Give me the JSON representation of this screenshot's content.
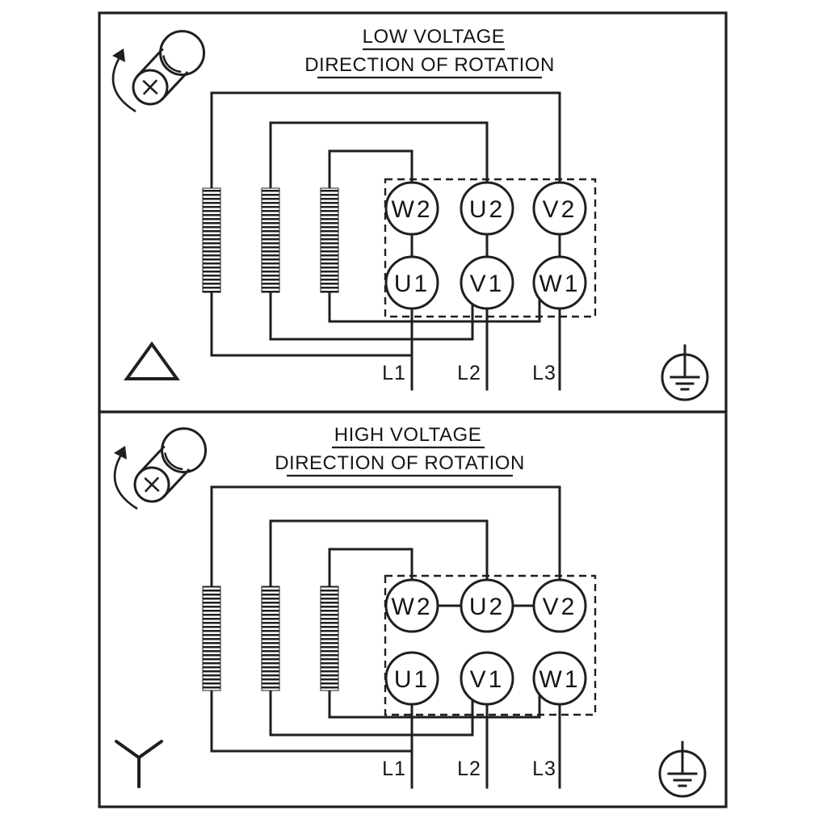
{
  "panels": [
    {
      "title": "LOW VOLTAGE",
      "subtitle": "DIRECTION OF ROTATION",
      "connection_symbol": "delta",
      "terminals_top": [
        "W2",
        "U2",
        "V2"
      ],
      "terminals_bottom": [
        "U1",
        "V1",
        "W1"
      ],
      "supply_lines": [
        "L1",
        "L2",
        "L3"
      ]
    },
    {
      "title": "HIGH VOLTAGE",
      "subtitle": "DIRECTION OF ROTATION",
      "connection_symbol": "star",
      "terminals_top": [
        "W2",
        "U2",
        "V2"
      ],
      "terminals_bottom": [
        "U1",
        "V1",
        "W1"
      ],
      "supply_lines": [
        "L1",
        "L2",
        "L3"
      ]
    }
  ],
  "colors": {
    "line": "#1f1f1f",
    "background": "#ffffff"
  }
}
